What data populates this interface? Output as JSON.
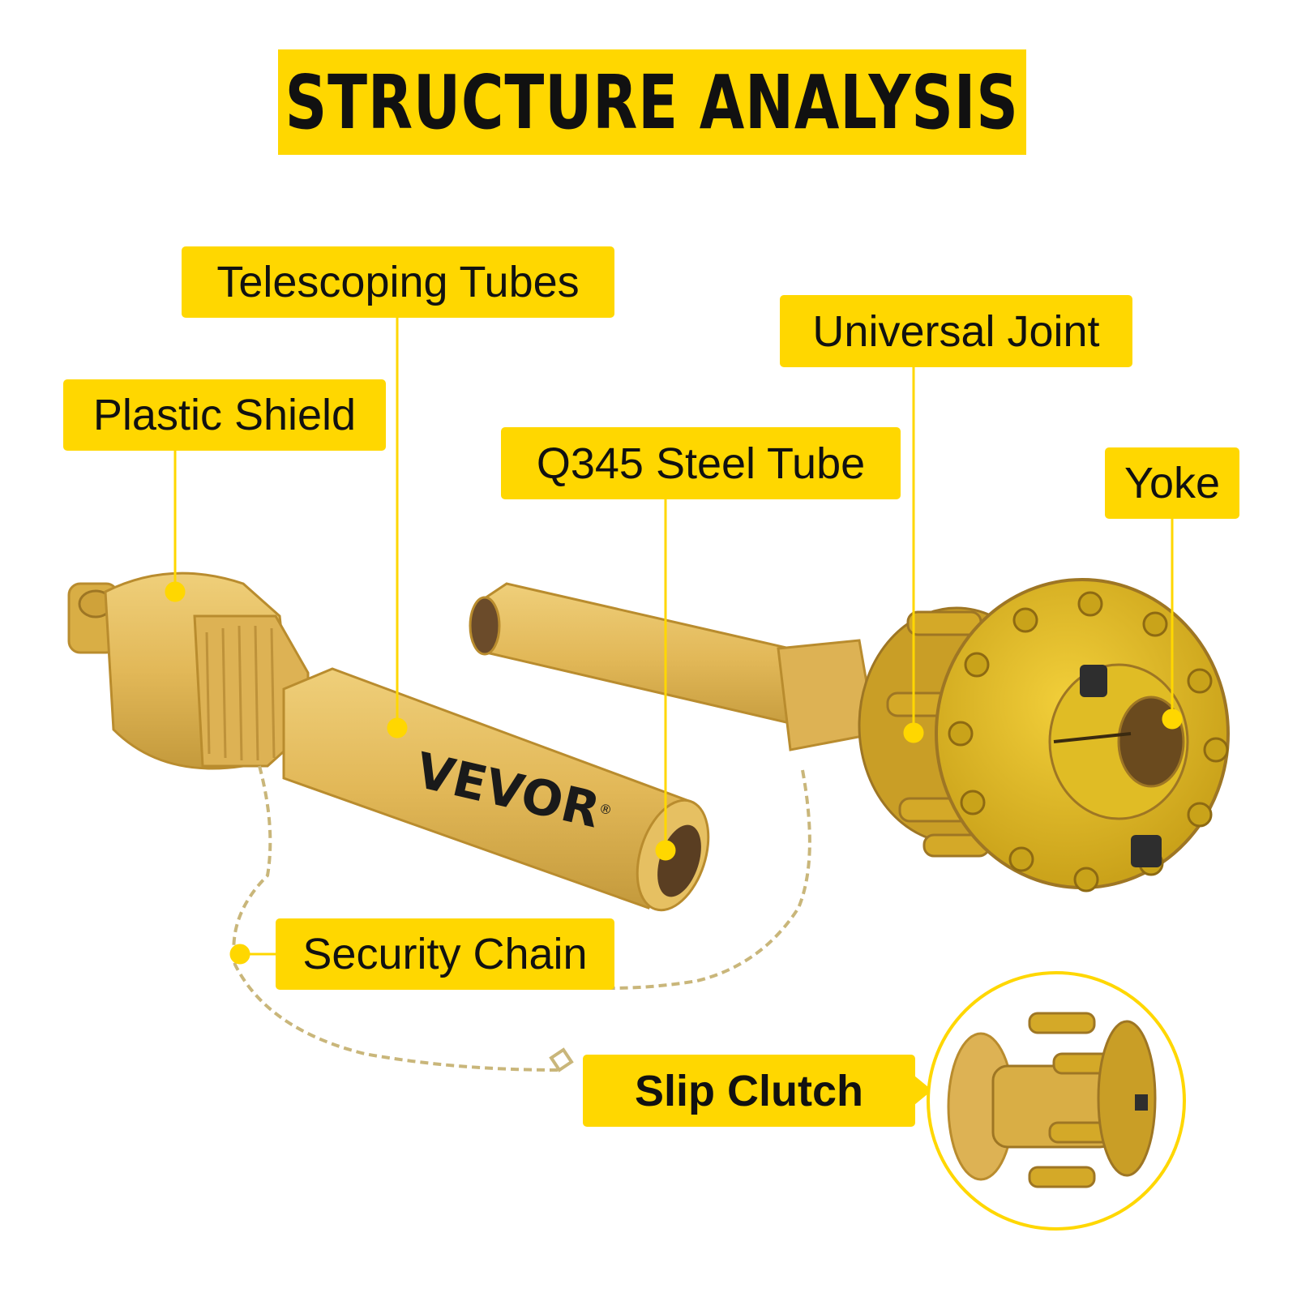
{
  "title": "STRUCTURE ANALYSIS",
  "brand": "VEVOR",
  "brand_mark": "®",
  "labels": {
    "telescoping_tubes": "Telescoping Tubes",
    "plastic_shield": "Plastic Shield",
    "universal_joint": "Universal Joint",
    "steel_tube": "Q345 Steel Tube",
    "yoke": "Yoke",
    "security_chain": "Security Chain",
    "slip_clutch": "Slip Clutch"
  },
  "colors": {
    "accent": "#FFD700",
    "part_body": "#E6C062",
    "part_dark": "#B98C2E",
    "clutch_yellow": "#D9B21A",
    "text": "#111111"
  }
}
